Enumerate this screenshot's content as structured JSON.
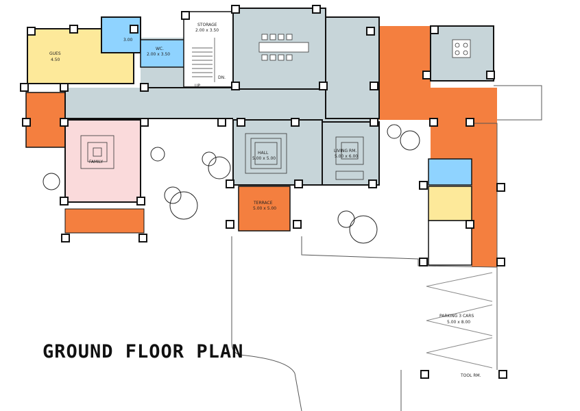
{
  "title": "GROUND FLOOR PLAN",
  "colors": {
    "hall": "#c7d5d9",
    "guest": "#fde99a",
    "family": "#fadadb",
    "orange": "#f47f3f",
    "bath": "#8fd3ff",
    "parking_line": "#888888",
    "wall": "#111111"
  },
  "rooms": {
    "guest": {
      "name": "GUES",
      "size": "4.50"
    },
    "bath_small": {
      "size": "3.00"
    },
    "wc": {
      "name": "WC.",
      "size": "2.00 x 3.50"
    },
    "storage": {
      "name": "STORAGE",
      "size": "2.00 x 3.50"
    },
    "family": {
      "name": "FAMILY"
    },
    "hall": {
      "name": "HALL",
      "size": "5.00 x 5.00"
    },
    "living": {
      "name": "LIVING RM.",
      "size": "5.00 x 6.00"
    },
    "terrace": {
      "name": "TERRACE",
      "size": "5.00 x 5.00"
    },
    "parking": {
      "name": "PARKING 3 CARS",
      "size": "5.00 x 8.00"
    },
    "tool": {
      "name": "TOOL RM."
    }
  },
  "stairs": {
    "up": "UP",
    "dn": "DN."
  }
}
